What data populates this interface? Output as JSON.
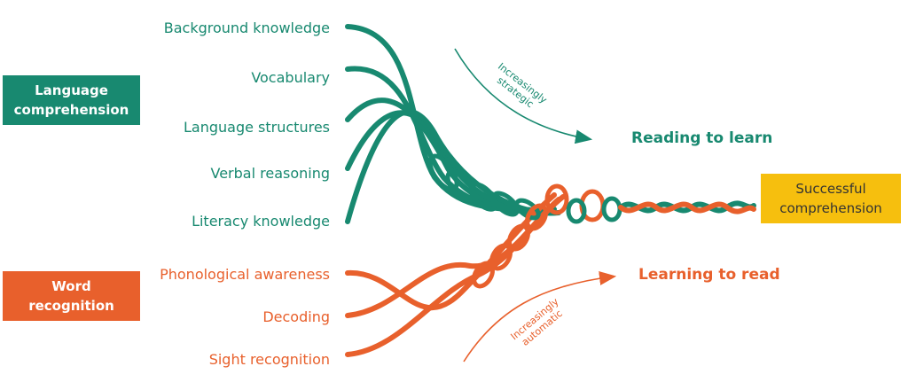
{
  "language_comprehension": {
    "title_line1": "Language",
    "title_line2": "comprehension",
    "color": "#188970",
    "strands": [
      "Background knowledge",
      "Vocabulary",
      "Language structures",
      "Verbal reasoning",
      "Literacy knowledge"
    ]
  },
  "word_recognition": {
    "title_line1": "Word",
    "title_line2": "recognition",
    "color": "#e8602c",
    "strands": [
      "Phonological awareness",
      "Decoding",
      "Sight recognition"
    ]
  },
  "arrows": {
    "strategic_line1": "Increasingly",
    "strategic_line2": "strategic",
    "automatic_line1": "Increasingly",
    "automatic_line2": "automatic"
  },
  "stages": {
    "reading_to_learn": "Reading to learn",
    "learning_to_read": "Learning to read"
  },
  "outcome": {
    "line1": "Successful",
    "line2": "comprehension",
    "color": "#f6bf0e"
  }
}
